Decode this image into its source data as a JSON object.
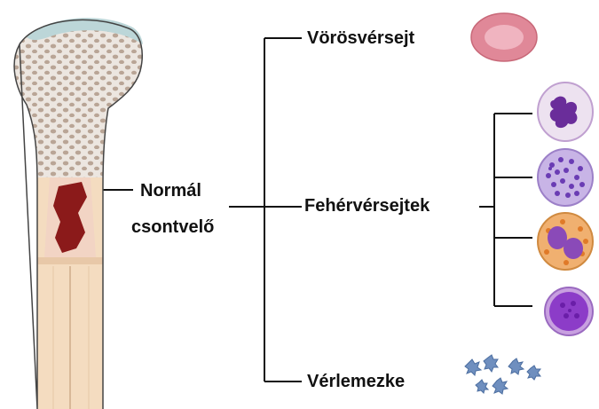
{
  "labels": {
    "normal_line1": "Normál",
    "normal_line2": "csontvelő",
    "rbc": "Vörösvérsejt",
    "wbc": "Fehérvérsejtek",
    "platelets": "Vérlemezke"
  },
  "colors": {
    "bone_shaft": "#f4dcc0",
    "spongy_bone": "#ece6e0",
    "spongy_holes": "#b9a596",
    "cartilage_cap": "#bcd6d8",
    "marrow": "#8b1a1a",
    "rbc": "#e8a0ae",
    "wbc_membrane": "#c8a0d6",
    "wbc_nucleus": "#6a2d9a",
    "eosinophil_granules": "#e08a3c",
    "lymphocyte": "#8c3cc8",
    "platelet": "#6f8fbf",
    "line": "#111111"
  },
  "icons": {
    "bone": "long-bone-icon",
    "rbc": "red-blood-cell-icon",
    "neutrophil": "neutrophil-icon",
    "basophil": "basophil-icon",
    "eosinophil": "eosinophil-icon",
    "lymphocyte": "lymphocyte-icon",
    "platelets": "platelets-icon"
  }
}
